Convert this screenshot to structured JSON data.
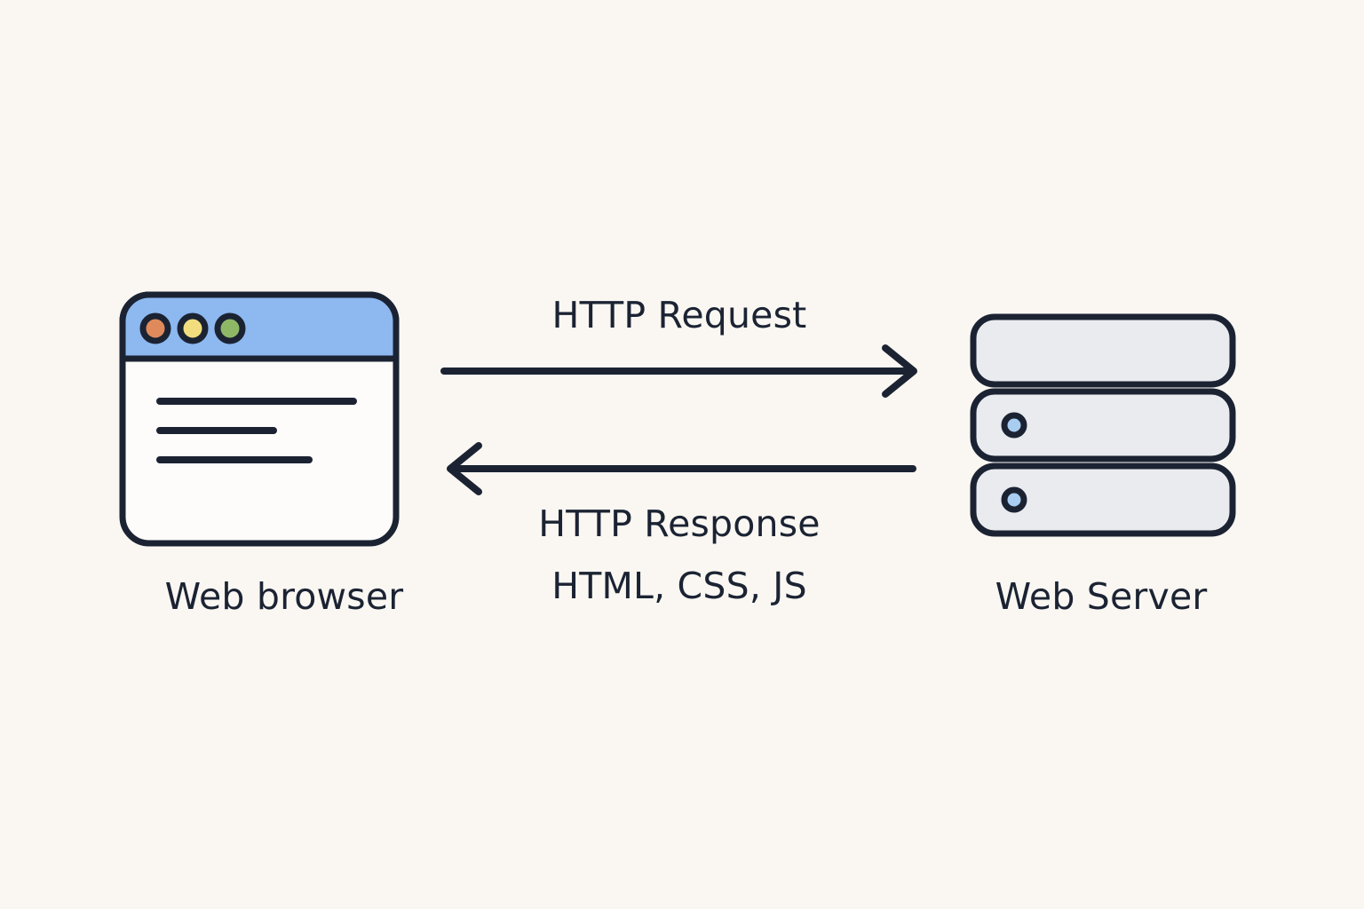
{
  "diagram": {
    "title": "HTTP request response between web browser and web server",
    "background_color": "#FAF7F2",
    "stroke_color": "#1B2333",
    "nodes": {
      "browser": {
        "label": "Web browser",
        "icon": "browser-window-icon",
        "titlebar_color": "#8DB8F0",
        "body_color": "#FDFCFA",
        "dots": [
          {
            "name": "traffic-light-red",
            "color": "#E08A5C"
          },
          {
            "name": "traffic-light-yellow",
            "color": "#F2DD7E"
          },
          {
            "name": "traffic-light-green",
            "color": "#8FB866"
          }
        ],
        "content_lines": 3
      },
      "server": {
        "label": "Web Server",
        "icon": "server-stack-icon",
        "slab_color": "#E9EBEF",
        "led_color": "#A8CDF0",
        "slabs": 3,
        "leds": 2
      }
    },
    "edges": [
      {
        "name": "request-arrow",
        "label": "HTTP Request",
        "direction": "browser-to-server"
      },
      {
        "name": "response-arrow",
        "label_line1": "HTTP Response",
        "label_line2": "HTML, CSS, JS",
        "direction": "server-to-browser"
      }
    ]
  }
}
